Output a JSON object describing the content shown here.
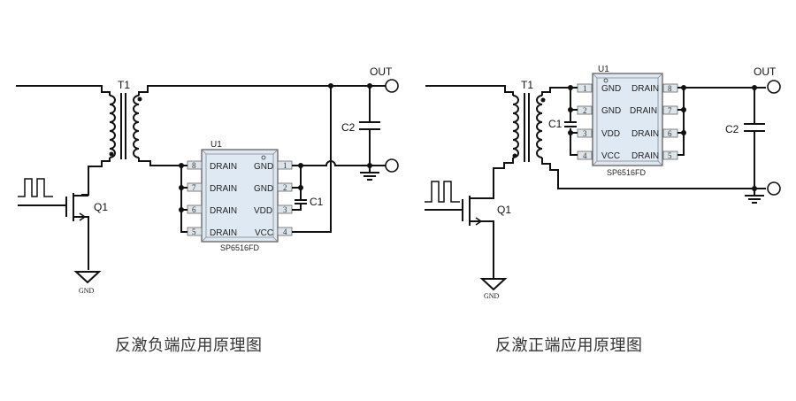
{
  "diagrams": [
    {
      "id": "negative",
      "caption": "反激负端应用原理图",
      "transformer": "T1",
      "mosfet": "Q1",
      "ground": "GND",
      "chip": {
        "ref": "U1",
        "part": "SP6516FD",
        "left_pins": [
          {
            "num": "8",
            "name": "DRAIN"
          },
          {
            "num": "7",
            "name": "DRAIN"
          },
          {
            "num": "6",
            "name": "DRAIN"
          },
          {
            "num": "5",
            "name": "DRAIN"
          }
        ],
        "right_pins": [
          {
            "num": "1",
            "name": "GND"
          },
          {
            "num": "2",
            "name": "GND"
          },
          {
            "num": "3",
            "name": "VDD"
          },
          {
            "num": "4",
            "name": "VCC"
          }
        ]
      },
      "c1": "C1",
      "c2": "C2",
      "out": "OUT"
    },
    {
      "id": "positive",
      "caption": "反激正端应用原理图",
      "transformer": "T1",
      "mosfet": "Q1",
      "ground": "GND",
      "chip": {
        "ref": "U1",
        "part": "SP6516FD",
        "left_pins": [
          {
            "num": "1",
            "name": "GND"
          },
          {
            "num": "2",
            "name": "GND"
          },
          {
            "num": "3",
            "name": "VDD"
          },
          {
            "num": "4",
            "name": "VCC"
          }
        ],
        "right_pins": [
          {
            "num": "8",
            "name": "DRAIN"
          },
          {
            "num": "7",
            "name": "DRAIN"
          },
          {
            "num": "6",
            "name": "DRAIN"
          },
          {
            "num": "5",
            "name": "DRAIN"
          }
        ]
      },
      "c1": "C1",
      "c2": "C2",
      "out": "OUT"
    }
  ]
}
